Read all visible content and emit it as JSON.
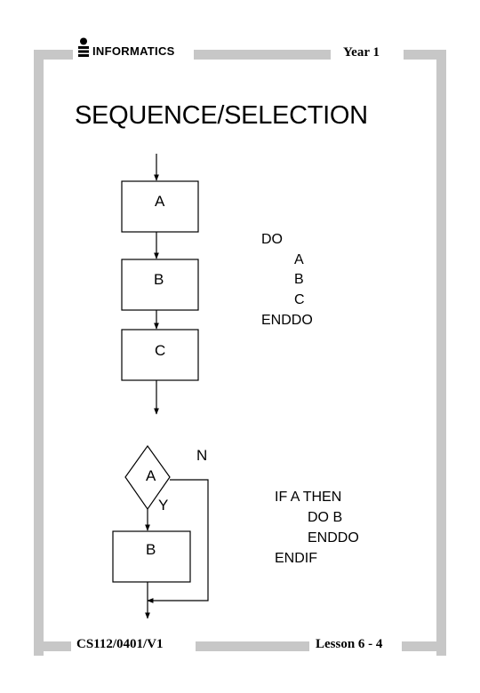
{
  "header": {
    "logo_text": "INFORMATICS",
    "year": "Year 1"
  },
  "title": "SEQUENCE/SELECTION",
  "sequence": {
    "boxes": [
      "A",
      "B",
      "C"
    ],
    "code": [
      "DO",
      "A",
      "B",
      "C",
      "ENDDO"
    ]
  },
  "selection": {
    "decision": "A",
    "no_label": "N",
    "yes_label": "Y",
    "box": "B",
    "code": [
      "IF A THEN",
      "DO B",
      "ENDDO",
      "ENDIF"
    ]
  },
  "footer": {
    "course": "CS112/0401/V1",
    "lesson": "Lesson 6 - 4"
  },
  "colors": {
    "frame": "#c7c7c7",
    "ink": "#000000"
  }
}
